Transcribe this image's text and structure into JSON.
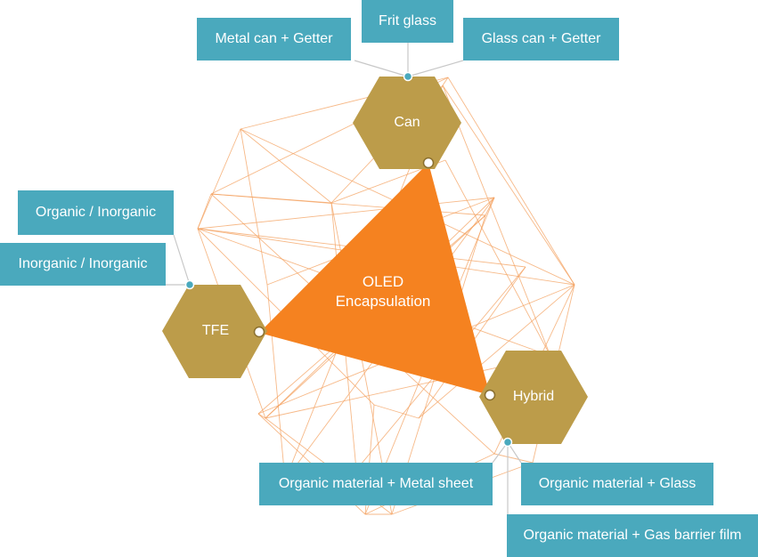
{
  "colors": {
    "hexagon": "#bc9c4a",
    "triangle": "#f58220",
    "label_bg": "#4aa9bd",
    "wire": "#f4a261",
    "connector": "#c8c8c8"
  },
  "center": {
    "line1": "OLED",
    "line2": "Encapsulation"
  },
  "nodes": {
    "can": "Can",
    "tfe": "TFE",
    "hybrid": "Hybrid"
  },
  "labels": {
    "frit_glass": "Frit glass",
    "metal_can_getter": "Metal can + Getter",
    "glass_can_getter": "Glass can + Getter",
    "organic_inorganic": "Organic / Inorganic",
    "inorganic_inorganic": "Inorganic / Inorganic",
    "organic_metal_sheet": "Organic material + Metal sheet",
    "organic_glass": "Organic material + Glass",
    "organic_gas_barrier": "Organic material + Gas barrier film"
  }
}
